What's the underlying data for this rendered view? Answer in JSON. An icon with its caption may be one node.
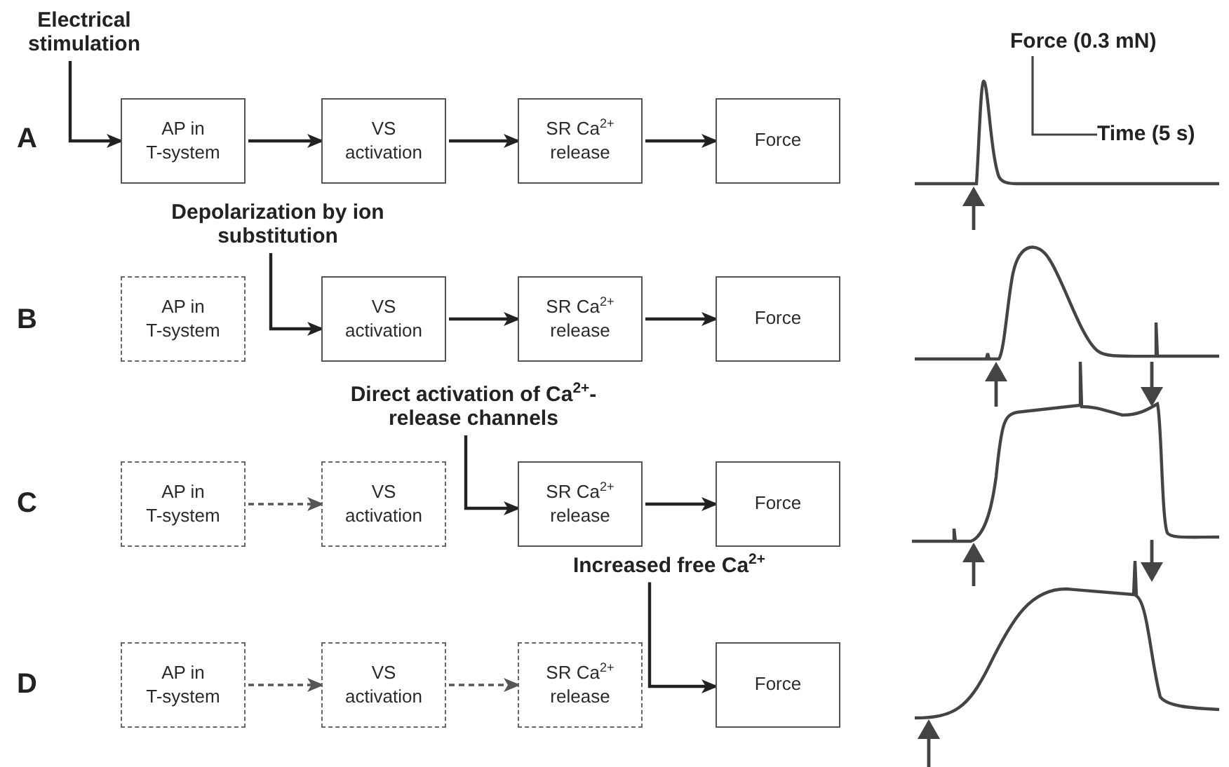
{
  "diagram": {
    "nodes": [
      {
        "text": [
          "Electrical stimulation"
        ]
      },
      {
        "text": [
          "AP in T-system"
        ]
      },
      {
        "text": [
          "VS activation"
        ]
      },
      {
        "text": [
          "SR Ca$^{2+}$ release"
        ]
      },
      {
        "text": [
          "Force"
        ]
      },
      {
        "text": [
          "Depolarization by ion substitution"
        ]
      },
      {
        "text": [
          "AP in T-system"
        ]
      },
      {
        "text": [
          "VS activation"
        ]
      },
      {
        "text": [
          "SR Ca$^{2+}$ release"
        ]
      },
      {
        "text": [
          "Force"
        ]
      },
      {
        "text": [
          "Direct activation of Ca$^{2+}$- release channels"
        ]
      },
      {
        "text": [
          "AP in T-system"
        ]
      },
      {
        "text": [
          "VS activation"
        ]
      },
      {
        "text": [
          "SR Ca$^{2+}$ release"
        ]
      },
      {
        "text": [
          "Force"
        ]
      },
      {
        "text": [
          "Increased free Ca$^{2+}$"
        ]
      },
      {
        "text": [
          "AP in T-system"
        ]
      },
      {
        "text": [
          "VS activation"
        ]
      },
      {
        "text": [
          "SR Ca$^{2+}$ release"
        ]
      },
      {
        "text": [
          "Force"
        ]
      }
    ],
    "edges": [
      {
        "from": 0,
        "to": 1,
        "arrow": "to"
      },
      {
        "from": 1,
        "to": 2,
        "arrow": "to"
      },
      {
        "from": 2,
        "to": 3,
        "arrow": "to"
      },
      {
        "from": 3,
        "to": 4,
        "arrow": "to"
      },
      {
        "from": 5,
        "to": 7,
        "arrow": "to"
      },
      {
        "from": 7,
        "to": 8,
        "arrow": "to"
      },
      {
        "from": 8,
        "to": 9,
        "arrow": "to"
      },
      {
        "from": 11,
        "to": 12,
        "arrow": "to",
        "style": "dashed"
      },
      {
        "from": 10,
        "to": 13,
        "arrow": "to"
      },
      {
        "from": 13,
        "to": 14,
        "arrow": "to"
      },
      {
        "from": 16,
        "to": 17,
        "arrow": "to",
        "style": "dashed"
      },
      {
        "from": 17,
        "to": 18,
        "arrow": "to",
        "style": "dashed"
      },
      {
        "from": 15,
        "to": 19,
        "arrow": "to"
      }
    ],
    "labels": [
      "A",
      "B",
      "C",
      "D",
      "Force (0.3 mN)",
      "Time (5 s)"
    ]
  }
}
